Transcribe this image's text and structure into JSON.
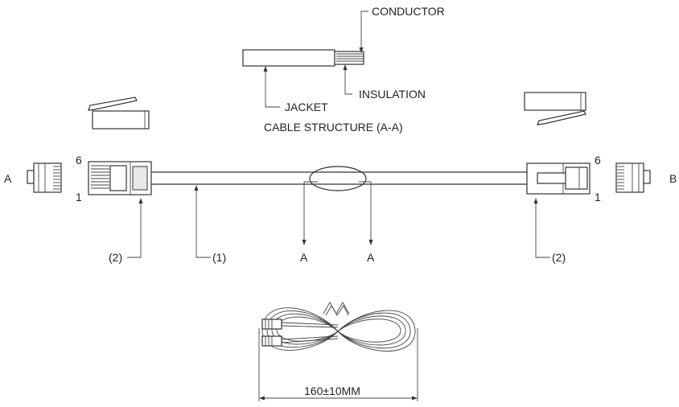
{
  "labels": {
    "conductor": "CONDUCTOR",
    "insulation": "INSULATION",
    "jacket": "JACKET",
    "cable_structure": "CABLE STRUCTURE (A-A)",
    "end_a": "A",
    "end_b": "B",
    "pin_top_left": "6",
    "pin_bottom_left": "1",
    "pin_top_right": "6",
    "pin_bottom_right": "1",
    "callout_plug_left": "(2)",
    "callout_cable": "(1)",
    "section_a_left": "A",
    "section_a_right": "A",
    "callout_plug_right": "(2)",
    "length_dimension": "160±10MM"
  }
}
